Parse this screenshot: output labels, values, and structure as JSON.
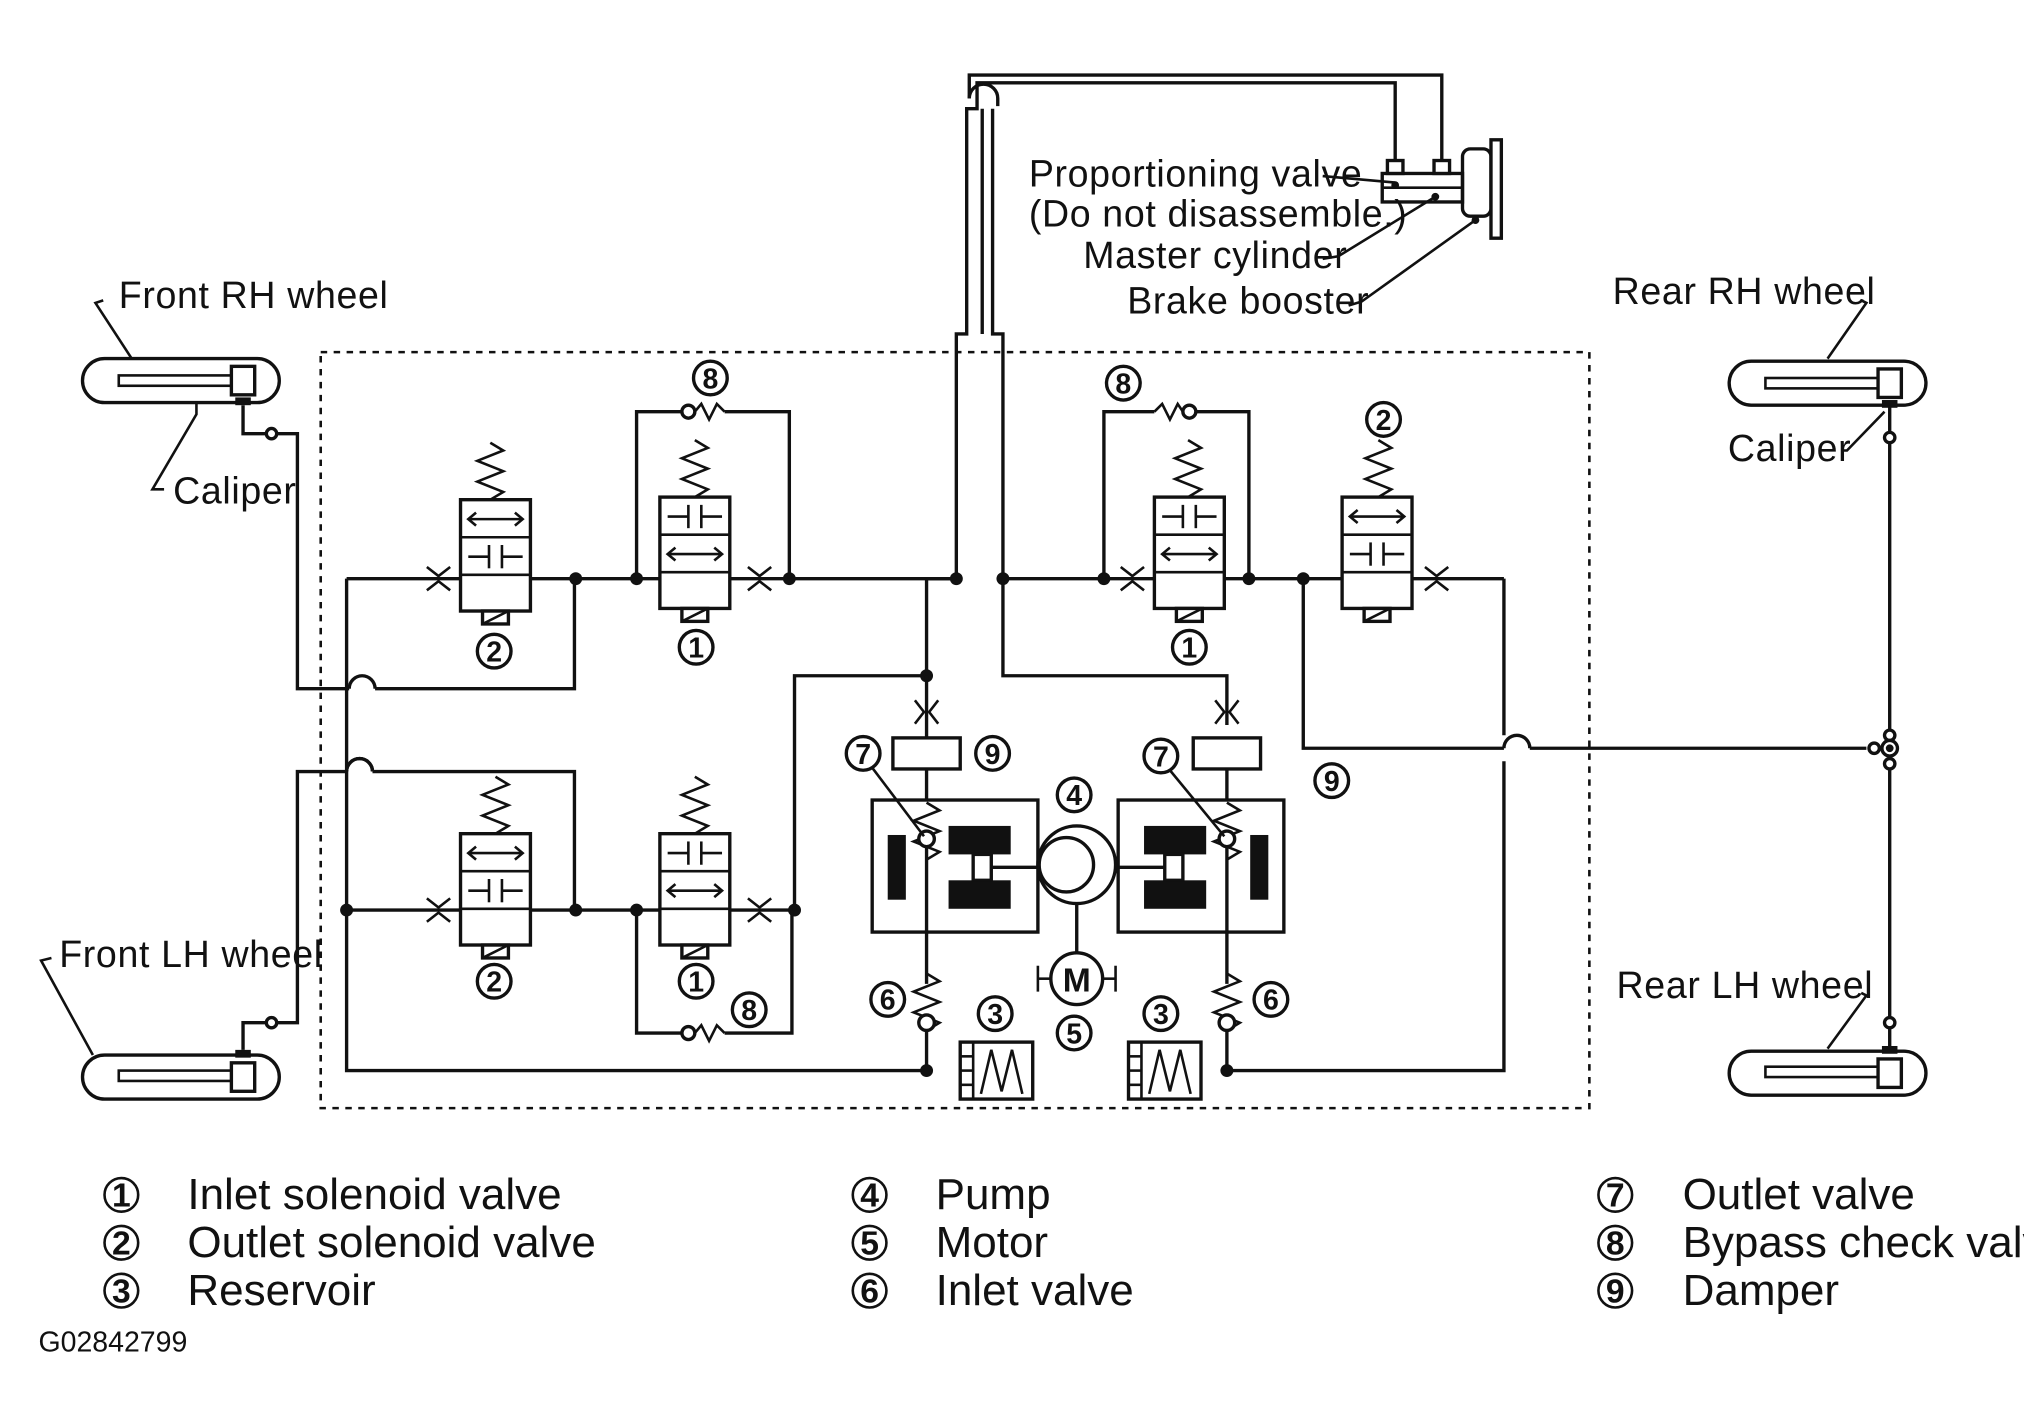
{
  "labels": {
    "front_rh_wheel": "Front  RH  wheel",
    "front_lh_wheel": "Front  LH  wheel",
    "rear_rh_wheel": "Rear  RH  wheel",
    "rear_lh_wheel": "Rear  LH  wheel",
    "caliper_front": "Caliper",
    "caliper_rear": "Caliper",
    "proportioning_valve": "Proportioning  valve",
    "do_not_disassemble": "(Do  not  disassemble.)",
    "master_cylinder": "Master  cylinder",
    "brake_booster": "Brake  booster",
    "motor_symbol": "M"
  },
  "callouts": {
    "n1": "1",
    "n2": "2",
    "n3": "3",
    "n4": "4",
    "n5": "5",
    "n6": "6",
    "n7": "7",
    "n8": "8",
    "n9": "9"
  },
  "legend": [
    {
      "num": "1",
      "text": "Inlet solenoid valve"
    },
    {
      "num": "2",
      "text": "Outlet solenoid valve"
    },
    {
      "num": "3",
      "text": "Reservoir"
    },
    {
      "num": "4",
      "text": "Pump"
    },
    {
      "num": "5",
      "text": "Motor"
    },
    {
      "num": "6",
      "text": "Inlet valve"
    },
    {
      "num": "7",
      "text": "Outlet valve"
    },
    {
      "num": "8",
      "text": "Bypass check valve"
    },
    {
      "num": "9",
      "text": "Damper"
    }
  ],
  "figure_id": "G02842799"
}
